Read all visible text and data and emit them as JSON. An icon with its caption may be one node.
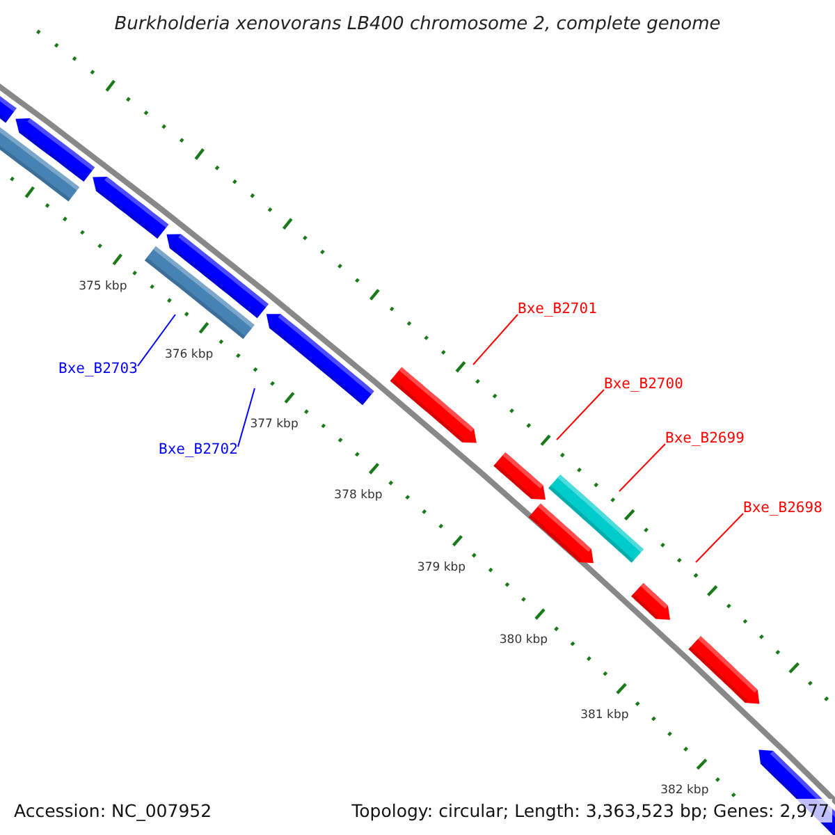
{
  "diagram": {
    "title": "Burkholderia xenovorans LB400 chromosome 2, complete genome",
    "nodes": [
      {
        "text": [
          "Bxe_B2703"
        ]
      },
      {
        "text": [
          "Bxe_B2702"
        ]
      },
      {
        "text": [
          "Bxe_B2701"
        ]
      },
      {
        "text": [
          "Bxe_B2700"
        ]
      },
      {
        "text": [
          "Bxe_B2699"
        ]
      },
      {
        "text": [
          "Bxe_B2698"
        ]
      }
    ],
    "edges": [
      {
        "from": 0,
        "to": null,
        "arrow": "none",
        "color": "#0000ff"
      },
      {
        "from": 1,
        "to": null,
        "arrow": "none",
        "color": "#0000ff"
      },
      {
        "from": 2,
        "to": null,
        "arrow": "none"
      },
      {
        "from": 3,
        "to": null,
        "arrow": "none"
      },
      {
        "from": 4,
        "to": null,
        "arrow": "none"
      },
      {
        "from": 5,
        "to": null,
        "arrow": "none"
      }
    ],
    "labels": [
      "375 kbp",
      "376 kbp",
      "377 kbp",
      "378 kbp",
      "379 kbp",
      "380 kbp",
      "381 kbp",
      "382 kbp",
      "Accession: NC_007952",
      "Topology: circular; Length: 3,363,523 bp; Genes: 2,977"
    ]
  }
}
